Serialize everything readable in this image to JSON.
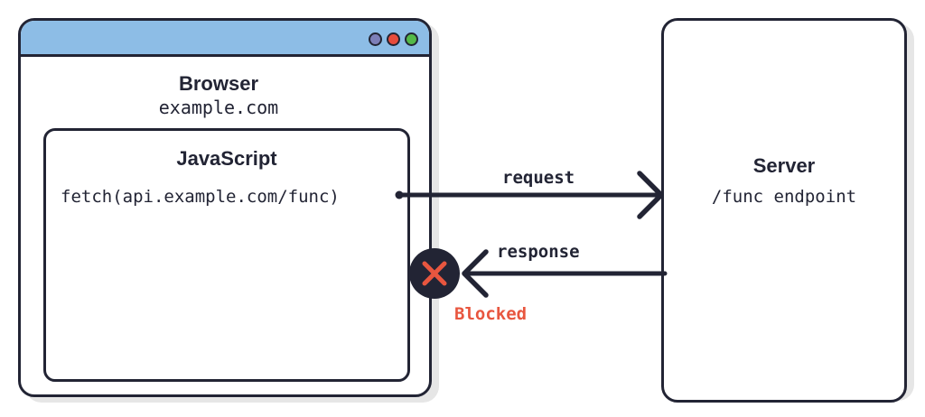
{
  "browser": {
    "title": "Browser",
    "domain": "example.com",
    "window_controls": [
      "dot-purple",
      "dot-red",
      "dot-green"
    ]
  },
  "javascript": {
    "title": "JavaScript",
    "code": "fetch(api.example.com/func)"
  },
  "server": {
    "title": "Server",
    "endpoint": "/func endpoint"
  },
  "arrows": {
    "request_label": "request",
    "response_label": "response",
    "blocked_label": "Blocked"
  },
  "colors": {
    "ink": "#222434",
    "titlebar": "#8dbde6",
    "blocked": "#e8563f",
    "shadow": "#e6e6e6"
  }
}
